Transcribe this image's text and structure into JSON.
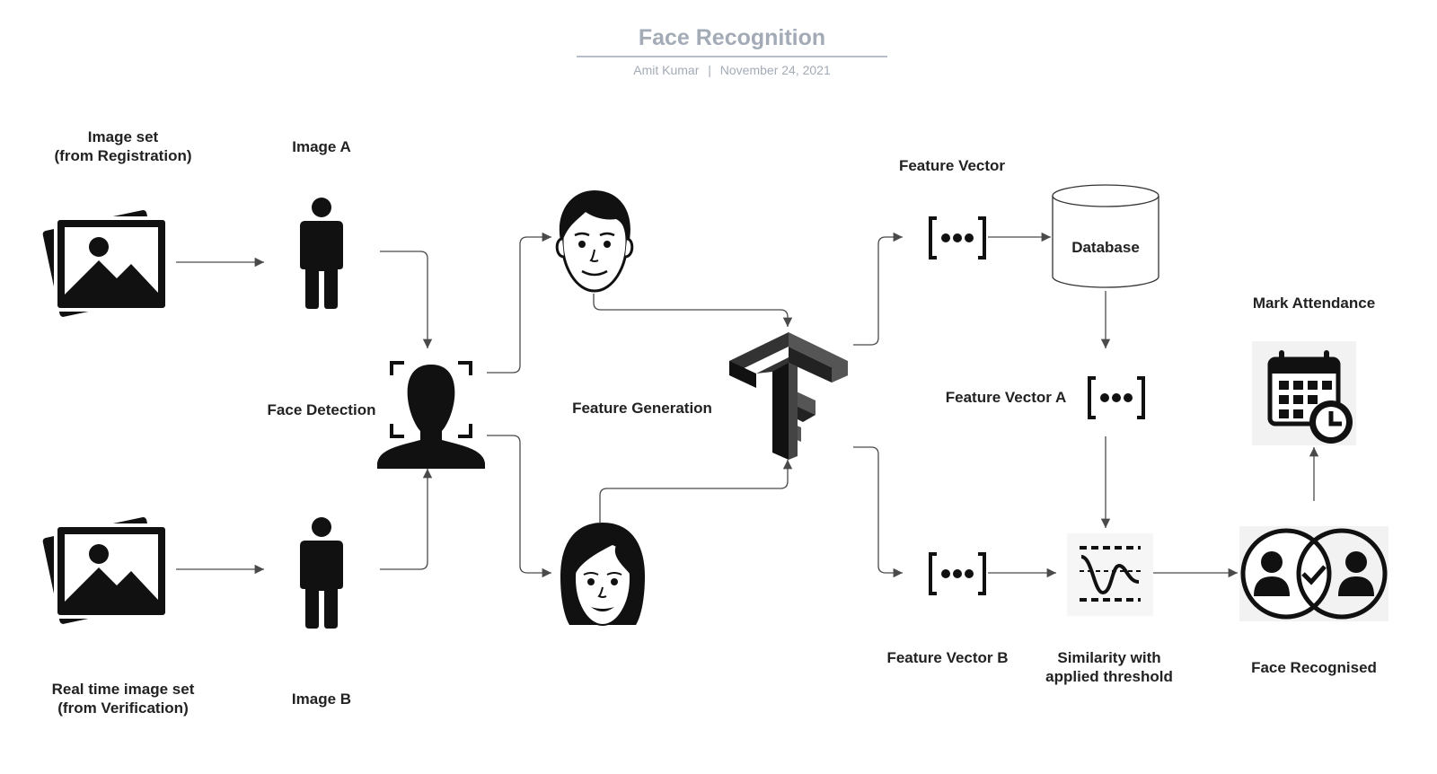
{
  "header": {
    "title": "Face Recognition",
    "author": "Amit Kumar",
    "separator": "|",
    "date": "November 24, 2021"
  },
  "labels": {
    "image_set_registration": "Image set\n(from Registration)",
    "image_a": "Image A",
    "face_detection": "Face Detection",
    "feature_generation": "Feature Generation",
    "feature_vector": "Feature Vector",
    "database": "Database",
    "feature_vector_a": "Feature Vector A",
    "mark_attendance": "Mark Attendance",
    "real_time_image_set": "Real time image set\n(from Verification)",
    "image_b": "Image B",
    "feature_vector_b": "Feature Vector B",
    "similarity": "Similarity with\napplied threshold",
    "face_recognised": "Face Recognised"
  },
  "colors": {
    "title": "#a3abb7",
    "line": "#4a4a4a",
    "icon": "#111111"
  },
  "icons": [
    "image-stack-icon",
    "person-icon",
    "face-scan-icon",
    "male-face-icon",
    "female-face-icon",
    "tensorflow-icon",
    "vector-icon",
    "database-icon",
    "threshold-icon",
    "calendar-clock-icon",
    "face-match-icon"
  ]
}
